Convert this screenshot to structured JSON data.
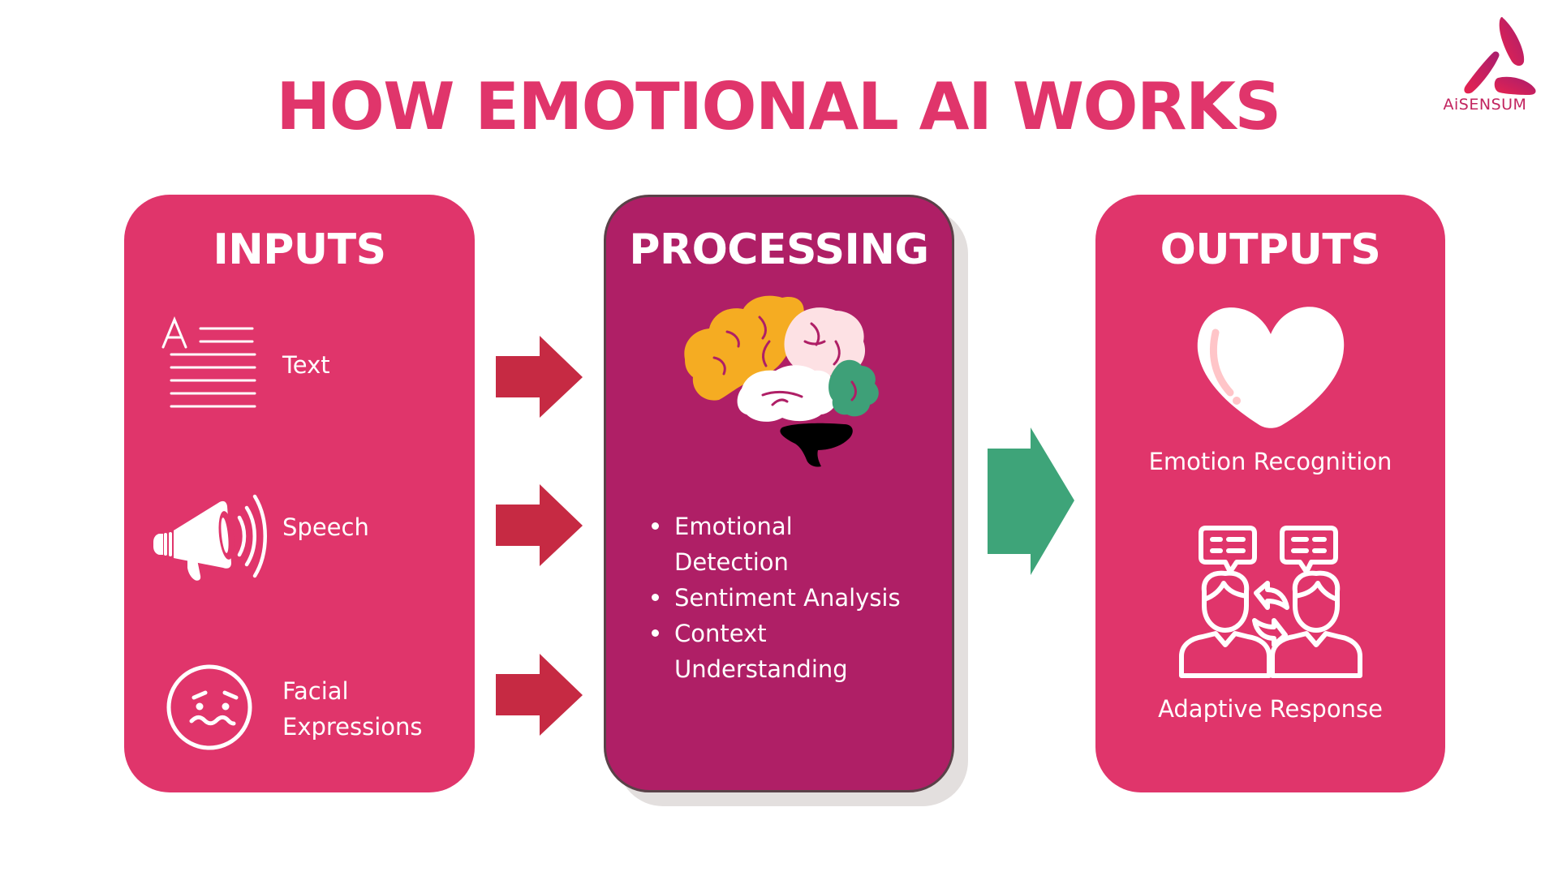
{
  "title": "HOW EMOTIONAL AI WORKS",
  "brand": {
    "name": "AiSENSUM",
    "colors": {
      "primary_pink": "#E0356B",
      "processing_magenta": "#AF1F66",
      "input_arrow_red": "#C62A43",
      "output_arrow_green": "#3EA479",
      "logo_gradient_start": "#E8234F",
      "logo_gradient_end": "#A81D6E"
    }
  },
  "inputs": {
    "heading": "INPUTS",
    "items": [
      {
        "label": "Text",
        "icon": "text-document-icon"
      },
      {
        "label": "Speech",
        "icon": "megaphone-icon"
      },
      {
        "label_line1": "Facial",
        "label_line2": "Expressions",
        "icon": "worried-face-icon"
      }
    ]
  },
  "processing": {
    "heading": "PROCESSING",
    "icon": "brain-icon",
    "brain_colors": {
      "frontal": "#F5AC22",
      "parietal": "#FDE1E4",
      "temporal": "#FFFFFF",
      "occipital": "#3EA078",
      "cerebellum": "#000000"
    },
    "bullets": [
      {
        "line1": "Emotional",
        "line2": "Detection"
      },
      {
        "line1": "Sentiment Analysis"
      },
      {
        "line1": "Context",
        "line2": "Understanding"
      }
    ]
  },
  "outputs": {
    "heading": "OUTPUTS",
    "items": [
      {
        "label": "Emotion Recognition",
        "icon": "heart-icon"
      },
      {
        "label": "Adaptive Response",
        "icon": "people-conversation-icon"
      }
    ]
  },
  "arrows": {
    "input_arrows": 3,
    "output_arrows": 1
  }
}
